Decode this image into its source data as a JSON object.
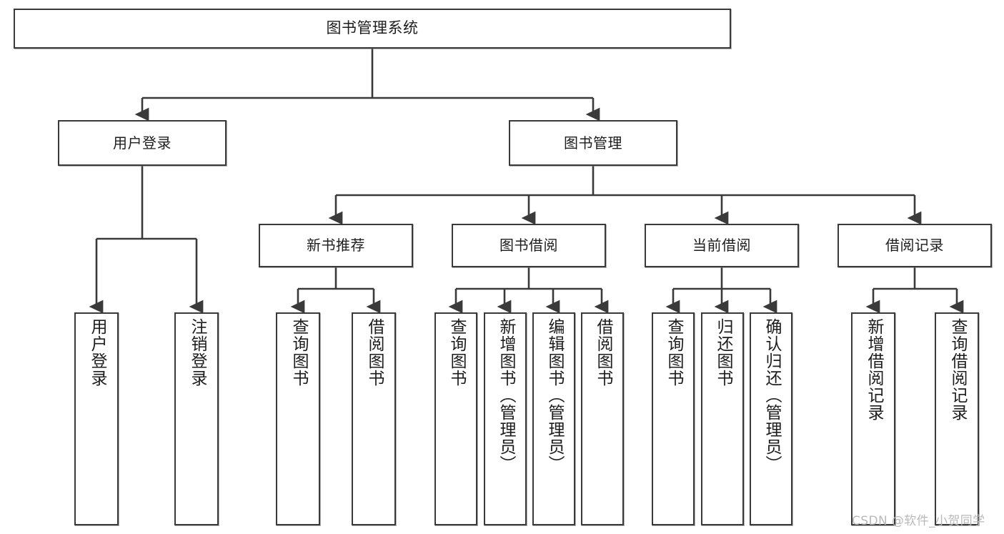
{
  "diagram": {
    "title": "图书管理系统",
    "type": "function-structure-tree",
    "watermark": "CSDN @软件_小贺同学",
    "colors": {
      "box_border": "#3a3a3a",
      "box_fill": "#ffffff",
      "edge": "#3a3a3a",
      "text": "#1d1d1d",
      "watermark": "#b9b9b9",
      "background": "#ffffff"
    },
    "root": {
      "label": "图书管理系统"
    },
    "level1": [
      {
        "id": "user-login",
        "label": "用户登录"
      },
      {
        "id": "book-management",
        "label": "图书管理"
      }
    ],
    "level2": [
      {
        "id": "new-book-recommend",
        "label": "新书推荐"
      },
      {
        "id": "book-borrow",
        "label": "图书借阅"
      },
      {
        "id": "current-borrow",
        "label": "当前借阅"
      },
      {
        "id": "borrow-record",
        "label": "借阅记录"
      }
    ],
    "leaves": {
      "user_login": [
        {
          "id": "leaf-user-login",
          "label": "用户登录"
        },
        {
          "id": "leaf-logout-login",
          "label": "注销登录"
        }
      ],
      "new_book_recommend": [
        {
          "id": "leaf-query-book-1",
          "label": "查询图书"
        },
        {
          "id": "leaf-borrow-book-1",
          "label": "借阅图书"
        }
      ],
      "book_borrow": [
        {
          "id": "leaf-query-book-2",
          "label": "查询图书"
        },
        {
          "id": "leaf-add-book",
          "label": "新增图书（管理员）"
        },
        {
          "id": "leaf-edit-book",
          "label": "编辑图书（管理员）"
        },
        {
          "id": "leaf-borrow-book-2",
          "label": "借阅图书"
        }
      ],
      "current_borrow": [
        {
          "id": "leaf-query-book-3",
          "label": "查询图书"
        },
        {
          "id": "leaf-return-book",
          "label": "归还图书"
        },
        {
          "id": "leaf-confirm-return",
          "label": "确认归还（管理员）"
        }
      ],
      "borrow_record": [
        {
          "id": "leaf-add-record",
          "label": "新增借阅记录"
        },
        {
          "id": "leaf-query-record",
          "label": "查询借阅记录"
        }
      ]
    }
  }
}
